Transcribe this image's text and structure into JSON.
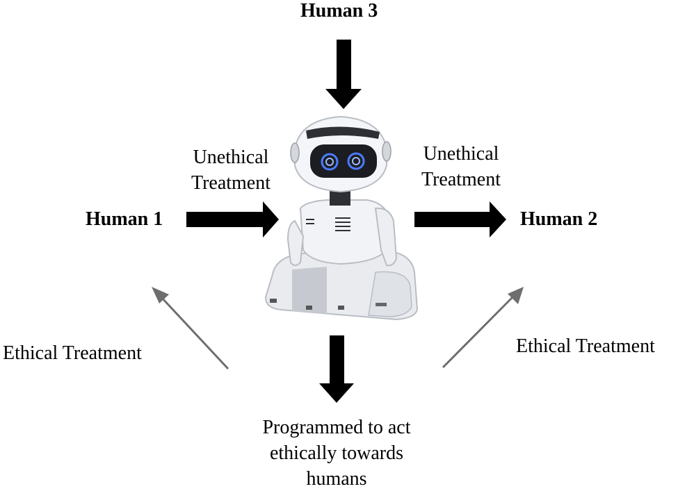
{
  "labels": {
    "human3": "Human 3",
    "human1": "Human 1",
    "human2": "Human 2",
    "unethical_left_line1": "Unethical",
    "unethical_left_line2": "Treatment",
    "unethical_right_line1": "Unethical",
    "unethical_right_line2": "Treatment",
    "ethical_left": "Ethical Treatment",
    "ethical_right": "Ethical Treatment",
    "programmed_line1": "Programmed to act",
    "programmed_line2": "ethically towards",
    "programmed_line3": "humans"
  },
  "colors": {
    "bold_arrow": "#000000",
    "thin_arrow": "#6e6e6e",
    "robot_body": "#eef0f4",
    "robot_shadow": "#b9bdc4",
    "robot_dark": "#2d2f34",
    "robot_eye": "#4a7cff",
    "robot_glow": "#5a3cff"
  }
}
